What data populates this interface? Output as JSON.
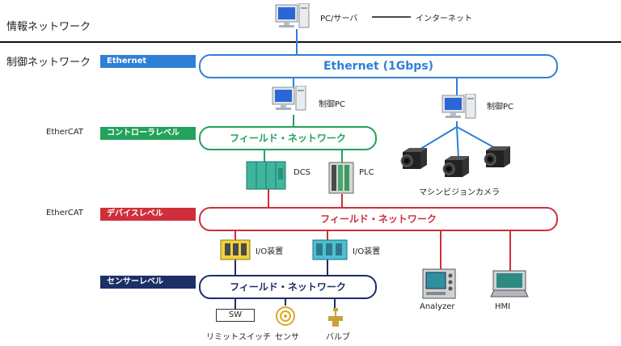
{
  "levels": {
    "info_network": "情報ネットワーク",
    "control_network": "制御ネットワーク",
    "ethercat_1": "EtherCAT",
    "ethercat_2": "EtherCAT"
  },
  "tags": {
    "ethernet": "Ethernet",
    "controller_level": "コントローラレベル",
    "device_level": "デバイスレベル",
    "sensor_level": "センサーレベル"
  },
  "buses": {
    "ethernet": "Ethernet (1Gbps)",
    "controller_field": "フィールド・ネットワーク",
    "device_field": "フィールド・ネットワーク",
    "sensor_field": "フィールド・ネットワーク"
  },
  "nodes": {
    "pc_server": "PC/サーバ",
    "internet": "インターネット",
    "control_pc_1": "制御PC",
    "control_pc_2": "制御PC",
    "dcs": "DCS",
    "plc": "PLC",
    "machine_vision": "マシンビジョンカメラ",
    "io_1": "I/O装置",
    "io_2": "I/O装置",
    "sw": "SW",
    "limit_switch": "リミットスイッチ",
    "sensor": "センサ",
    "valve": "バルブ",
    "analyzer": "Analyzer",
    "hmi": "HMI"
  },
  "colors": {
    "ethernet": "#2f7fd6",
    "controller": "#22a25a",
    "device": "#cf2f3a",
    "sensor": "#1c2f66"
  }
}
